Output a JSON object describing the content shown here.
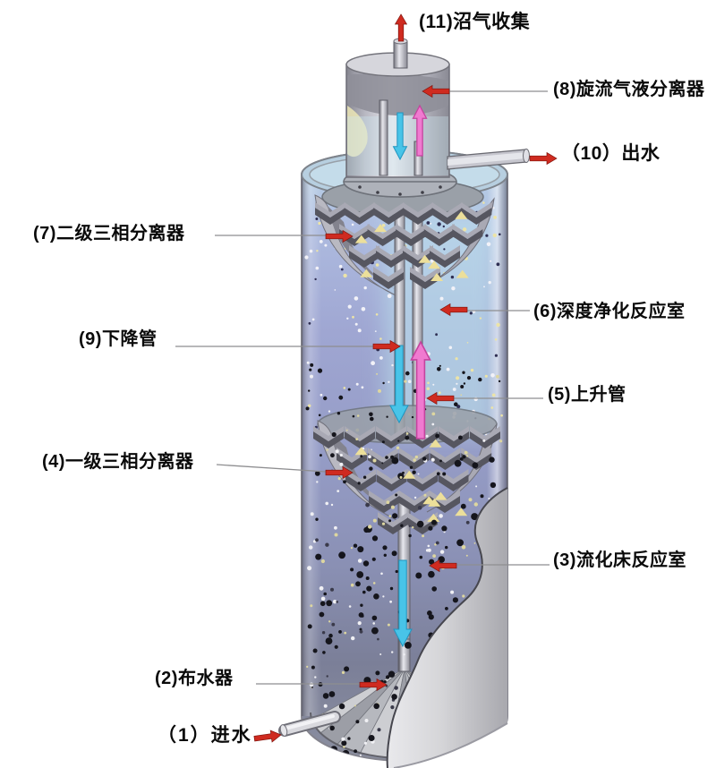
{
  "diagram": {
    "labels": {
      "biogas_collection": "(11)沼气收集",
      "cyclone_separator": "(8)旋流气液分离器",
      "effluent": "（10）出水",
      "secondary_separator": "(7)二级三相分离器",
      "deep_purification_chamber": "(6)深度净化反应室",
      "downcomer": "(9)下降管",
      "riser": "(5)上升管",
      "primary_separator": "(4)一级三相分离器",
      "fluidized_bed_chamber": "(3)流化床反应室",
      "water_distributor": "(2)布水器",
      "influent": "（1）进水"
    },
    "colors": {
      "pointer_arrow": "#cf2b20",
      "pointer_arrow_edge": "#7e150e",
      "down_flow_arrow": "#48c4e8",
      "down_flow_edge": "#1f95c0",
      "up_flow_arrow": "#f07ad0",
      "up_flow_edge": "#c4449e",
      "vessel_metal": "#c9c9ce",
      "interior_top": "#bcd8e8",
      "interior_bottom": "#8b8fa0",
      "sludge_dot": "#15151c",
      "glint_yellow": "#ecdf9a"
    }
  }
}
